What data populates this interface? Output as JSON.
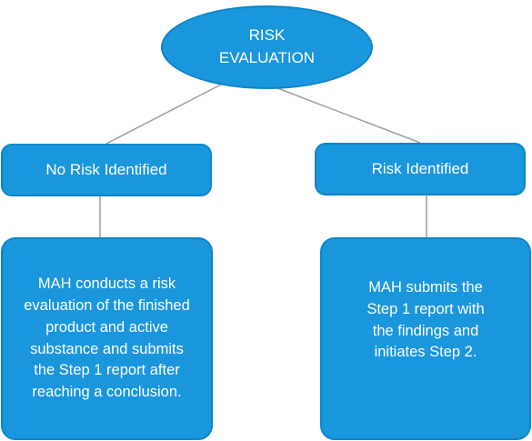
{
  "diagram": {
    "root": {
      "line1": "RISK",
      "line2": "EVALUATION"
    },
    "branches": [
      {
        "label": "No Risk Identified",
        "detail": "MAH conducts a risk evaluation of the finished product and active substance and submits the Step 1 report after reaching a conclusion."
      },
      {
        "label": "Risk Identified",
        "detail": "MAH submits the Step 1 report with the findings and initiates Step 2."
      }
    ],
    "colors": {
      "node_fill": "#1a96dc",
      "node_border": "#0c85c9",
      "text": "#ffffff",
      "connector": "#9e9e9e"
    }
  }
}
